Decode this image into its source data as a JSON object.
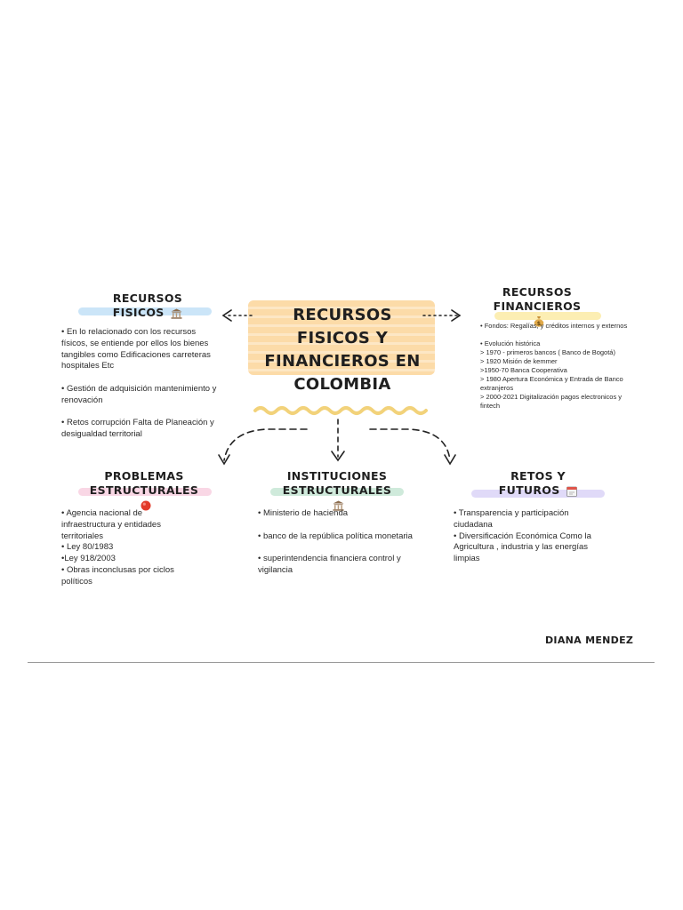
{
  "central": {
    "title_lines": [
      "RECURSOS FiSiCOS Y",
      "FiNANCiEROS EN",
      "COLOMBiA"
    ]
  },
  "recursos_fisicos": {
    "title": "RECURSOS FISICOS",
    "icon": "classical-building-icon",
    "lines": [
      "• En lo relacionado con los recursos",
      "físicos, se entiende por ellos los bienes",
      "tangibles como Edificaciones carreteras",
      "hospitales Etc",
      "",
      "• Gestión de adquisición mantenimiento y",
      "renovación",
      "",
      "• Retos corrupción Falta de Planeación y",
      "desigualdad territorial"
    ]
  },
  "recursos_financieros": {
    "title_lines": [
      "RECURSOS",
      "FINANCIEROS"
    ],
    "icon": "money-bag-icon",
    "lines": [
      "• Fondos: Regalías, y créditos internos y externos",
      "",
      "• Evolución histórica",
      "> 1970 - primeros bancos ( Banco de Bogotá)",
      "> 1920 Misión de kemmer",
      ">1950-70 Banca Cooperativa",
      "> 1980 Apertura Económica y Entrada de Banco",
      "extranjeros",
      "> 2000-2021 Digitalización pagos electronicos y",
      "fintech"
    ]
  },
  "problemas": {
    "title_lines": [
      "PROBLEMAS",
      "ESTRUCTURALES"
    ],
    "icon": "red-circle-icon",
    "lines": [
      "• Agencia nacional de",
      "infraestructura y entidades",
      "territoriales",
      "• Ley 80/1983",
      "•Ley 918/2003",
      "• Obras inconclusas por ciclos",
      "políticos"
    ]
  },
  "instituciones": {
    "title_lines": [
      "INSTITUCIONES",
      "ESTRUCTURALES"
    ],
    "icon": "classical-building-icon",
    "lines": [
      "• Ministerio de hacienda",
      "",
      "• banco de la república política monetaria",
      "",
      "• superintendencia financiera control y",
      "vigilancia"
    ]
  },
  "retos": {
    "title": "RETOS Y FUTUROS",
    "icon": "calendar-icon",
    "lines": [
      "• Transparencia y participación",
      "ciudadana",
      "• Diversificación Económica Como la",
      "Agricultura , industria y las energías",
      "limpias"
    ]
  },
  "author": "DiANA MENDEZ",
  "colors": {
    "title_highlight": "#fcd9a3",
    "blue_highlight": "#b9dcf5",
    "yellow_highlight": "#fbe89a",
    "pink_highlight": "#f7c9dc",
    "green_highlight": "#bfe3cf",
    "purple_highlight": "#d5cdf5",
    "squiggle": "#f2d27a"
  }
}
